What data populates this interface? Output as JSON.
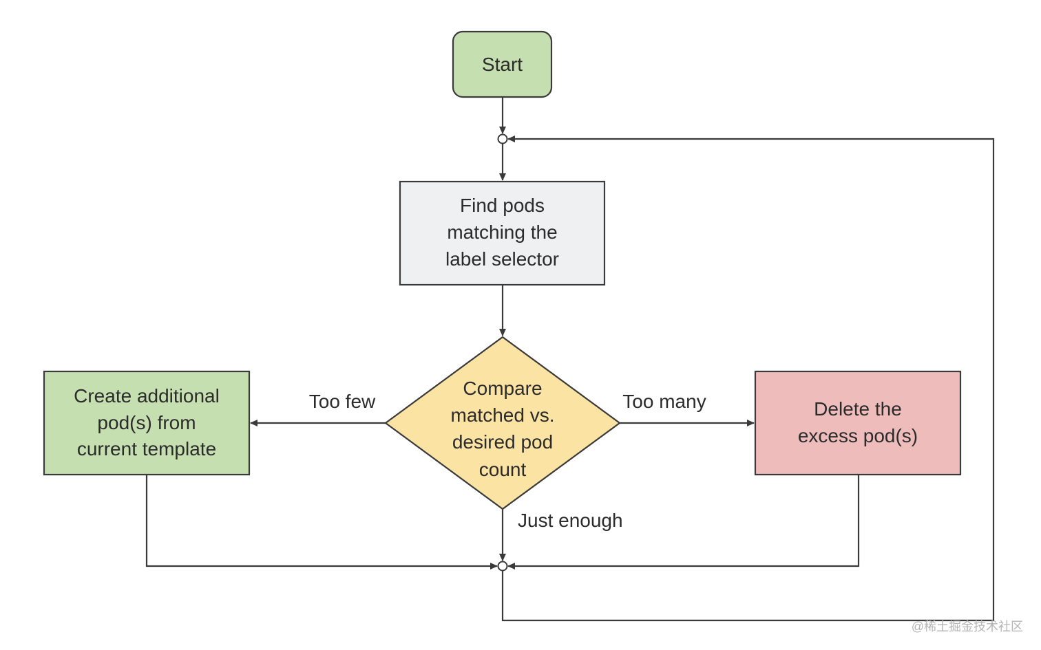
{
  "nodes": {
    "start": {
      "label": "Start",
      "color": "#c6dfb0"
    },
    "find_pods": {
      "lines": [
        "Find pods",
        "matching the",
        "label selector"
      ],
      "color": "#eef0f2"
    },
    "compare": {
      "lines": [
        "Compare",
        "matched vs.",
        "desired pod",
        "count"
      ],
      "color": "#fbe3a3"
    },
    "create": {
      "lines": [
        "Create additional",
        "pod(s) from",
        "current template"
      ],
      "color": "#c6dfb0"
    },
    "delete": {
      "lines": [
        "Delete the",
        "excess pod(s)"
      ],
      "color": "#efbcbc"
    }
  },
  "edges": {
    "too_few": "Too few",
    "too_many": "Too many",
    "just_enough": "Just enough"
  },
  "watermark": "@稀土掘金技术社区"
}
